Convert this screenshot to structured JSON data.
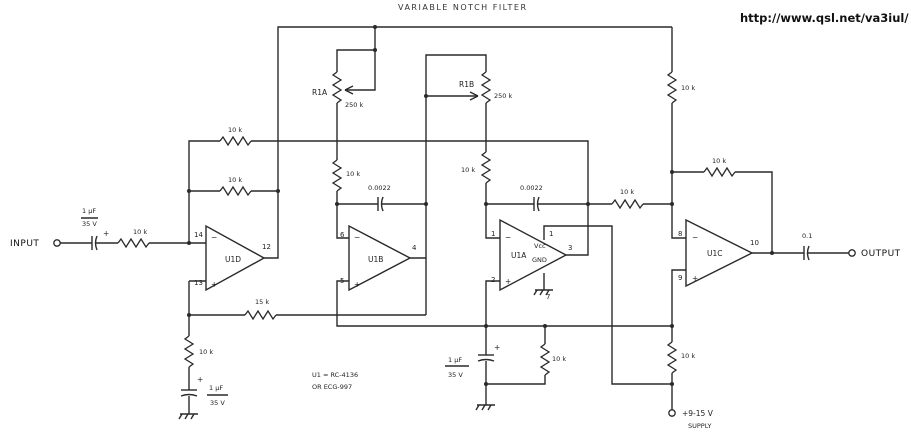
{
  "title": "VARIABLE  NOTCH  FILTER",
  "url": "http://www.qsl.net/va3iul/",
  "io": {
    "input": "INPUT",
    "output": "OUTPUT"
  },
  "supply": {
    "voltage": "+9-15 V",
    "label": "SUPPLY"
  },
  "opamps": {
    "u1d": "U1D",
    "u1b": "U1B",
    "u1a": "U1A",
    "u1c": "U1C",
    "vcc": "Vcc",
    "gnd": "GND"
  },
  "parts_note": {
    "line1": "U1 = RC-4136",
    "line2": "OR ECG-997"
  },
  "components": {
    "c_in": {
      "value": "1 μF",
      "rating": "35 V"
    },
    "r_in": "10 k",
    "r_fb1": "10 k",
    "r_fb2": "10 k",
    "r_15k": "15 k",
    "r_bias": "10 k",
    "c_bias": {
      "value": "1 μF",
      "rating": "35 V"
    },
    "r1a": {
      "name": "R1A",
      "value": "250 k"
    },
    "r1b": {
      "name": "R1B",
      "value": "250 k"
    },
    "r_u1b_in": "10 k",
    "c_u1b": "0.0022",
    "r_u1a_in": "10 k",
    "c_u1a": "0.0022",
    "r_top_right": "10 k",
    "r_u1c_fb": "10 k",
    "r_u1c_in": "10 k",
    "r_div_top": "10 k",
    "c_out": "0.1",
    "c_supply": {
      "value": "1 μF",
      "rating": "35 V"
    },
    "r_supply": "10 k"
  },
  "pins": {
    "u1d": {
      "inv": "14",
      "noninv": "13",
      "out": "12"
    },
    "u1b": {
      "inv": "6",
      "noninv": "5",
      "out": "4"
    },
    "u1a": {
      "inv": "1",
      "noninv": "2",
      "out": "3",
      "vcc": "1",
      "gnd": "7"
    },
    "u1c": {
      "inv": "8",
      "noninv": "9",
      "out": "10"
    }
  }
}
